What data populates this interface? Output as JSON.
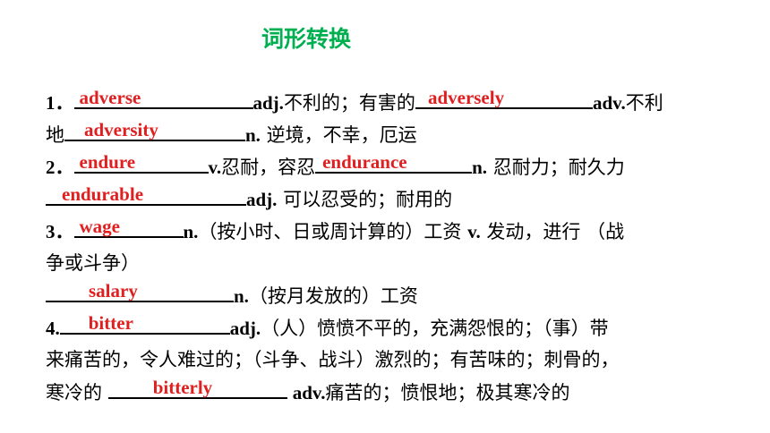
{
  "title": "词形转换",
  "colors": {
    "title": "#00b050",
    "answer": "#e02020"
  },
  "items": {
    "n1": "1．",
    "adverse": "adverse",
    "adj1": "adj.",
    "adj1_zh": "不利的；有害的",
    "adversely": "adversely",
    "adv1": "adv.",
    "adv1_zh_a": "不利",
    "adv1_zh_b": "地",
    "adversity": "adversity",
    "n_adversity": "n.",
    "adversity_zh": " 逆境，不幸，厄运",
    "n2": "2．",
    "endure": "endure",
    "v_endure": "v.",
    "endure_zh": "忍耐，容忍",
    "endurance": "endurance",
    "n_endurance": "n.",
    "endurance_zh": " 忍耐力；耐久力",
    "endurable": "endurable",
    "adj_endurable": "adj.",
    "endurable_zh": " 可以忍受的；耐用的",
    "n3": "3．",
    "wage": "wage",
    "n_wage": "n.",
    "wage_zh": "（按小时、日或周计算的）工资 ",
    "v_wage": "v.",
    "wage_zh2": " 发动，进行 （战",
    "wage_zh3": "争或斗争）",
    "salary": "salary",
    "n_salary": "n.",
    "salary_zh": "（按月发放的）工资",
    "n4": "4.",
    "bitter": "bitter",
    "adj_bitter": "adj.",
    "bitter_zh1": "（人）愤愤不平的，充满怨恨的；（事）带",
    "bitter_zh2": "来痛苦的，令人难过的；（斗争、战斗）激烈的；有苦味的；刺骨的，",
    "bitter_zh3": "寒冷的 ",
    "bitterly": "bitterly",
    "adv_bitterly": "adv.",
    "bitterly_zh": "痛苦的；愤恨地；极其寒冷的"
  }
}
